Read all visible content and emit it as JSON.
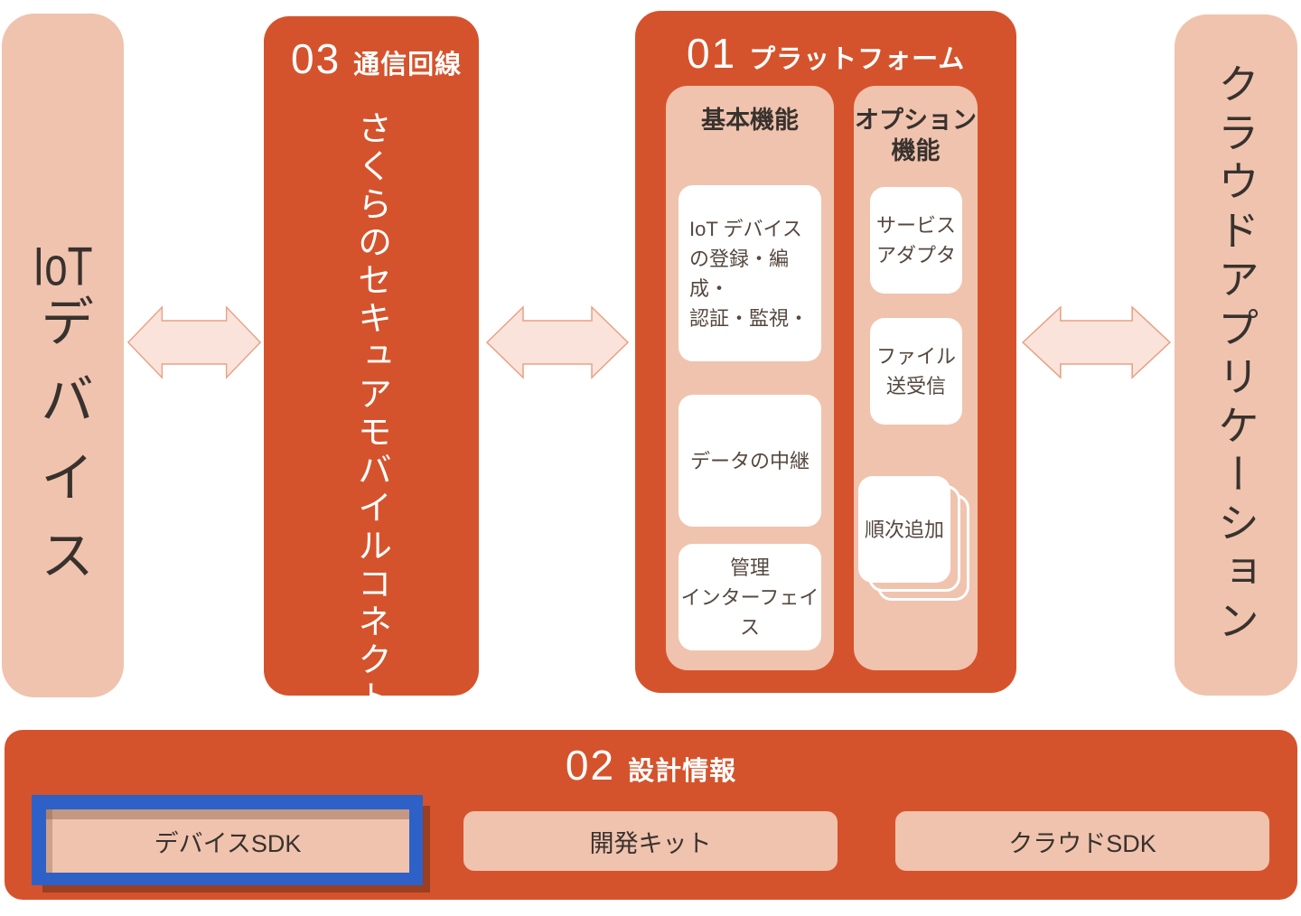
{
  "diagram": {
    "iot_device": {
      "text_latin": "IoT",
      "text_jp": "デバイス"
    },
    "line": {
      "number": "03",
      "title": "通信回線",
      "body": "さくらのセキュアモバイルコネクト"
    },
    "platform": {
      "number": "01",
      "title": "プラットフォーム",
      "basic": {
        "title": "基本機能",
        "items": [
          {
            "label": "IoT デバイス\nの登録・編成・\n認証・監視・"
          },
          {
            "label": "データの中継"
          },
          {
            "label": "管理\nインターフェイス"
          }
        ]
      },
      "optional": {
        "title": "オプション\n機能",
        "items": [
          {
            "label": "サービス\nアダプタ"
          },
          {
            "label": "ファイル\n送受信"
          },
          {
            "label": "順次追加"
          }
        ]
      }
    },
    "cloud_app": {
      "label": "クラウドアプリケーション"
    },
    "design": {
      "number": "02",
      "title": "設計情報",
      "items": [
        {
          "label": "デバイスSDK",
          "highlighted": true
        },
        {
          "label": "開発キット",
          "highlighted": false
        },
        {
          "label": "クラウドSDK",
          "highlighted": false
        }
      ]
    },
    "colors": {
      "orange": "#D5532C",
      "pink": "#F0C3AE",
      "arrow_fill": "#FAE3DA",
      "arrow_stroke": "#E8A184",
      "highlight_blue": "#2E61C7",
      "text_dark": "#38322E",
      "card_text": "#55483F"
    }
  }
}
